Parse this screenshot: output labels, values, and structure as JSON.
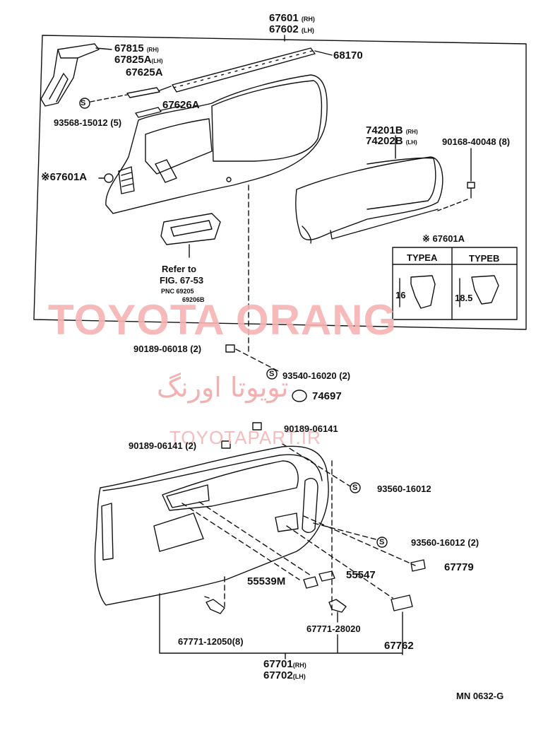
{
  "labels": {
    "p67601": "67601",
    "p67601_side": "(RH)",
    "p67602": "67602",
    "p67602_side": "(LH)",
    "p67815": "67815",
    "p67815_side": "(RH)",
    "p67825a": "67825A",
    "p67825a_side": "(LH)",
    "p67625a": "67625A",
    "p67626a": "67626A",
    "p93568": "93568-15012 (5)",
    "p68170": "68170",
    "p74201b": "74201B",
    "p74201b_side": "(RH)",
    "p74202b": "74202B",
    "p74202b_side": "(LH)",
    "p90168": "90168-40048 (8)",
    "p67601a": "※67601A",
    "refer1": "Refer to",
    "refer2": "FIG. 67-53",
    "refer3": "PNC 69205",
    "refer4": "69206B",
    "p90189_06018": "90189-06018 (2)",
    "p93540": "93540-16020 (2)",
    "p74697": "74697",
    "p90189_06141a": "90189-06141",
    "p90189_06141b": "90189-06141 (2)",
    "p93560a": "93560-16012",
    "p93560b": "93560-16012 (2)",
    "p67779": "67779",
    "p55539m": "55539M",
    "p55547": "55547",
    "p67771_28020": "67771-28020",
    "p67762": "67762",
    "p67771_12050": "67771-12050(8)",
    "p67701": "67701",
    "p67701_side": "(RH)",
    "p67702": "67702",
    "p67702_side": "(LH)",
    "diagram_id": "MN 0632-G"
  },
  "inset": {
    "title": "※ 67601A",
    "type_a": "TYPEA",
    "type_b": "TYPEB",
    "dim_a": "16",
    "dim_b": "18.5"
  },
  "circled_s": "S",
  "watermarks": {
    "brand": "TOYOTA ORANG",
    "persian": "تویوتا اورنگ",
    "site": "TOYOTAPART.IR"
  },
  "colors": {
    "line": "#111111",
    "watermark": "#f6b3b3"
  }
}
